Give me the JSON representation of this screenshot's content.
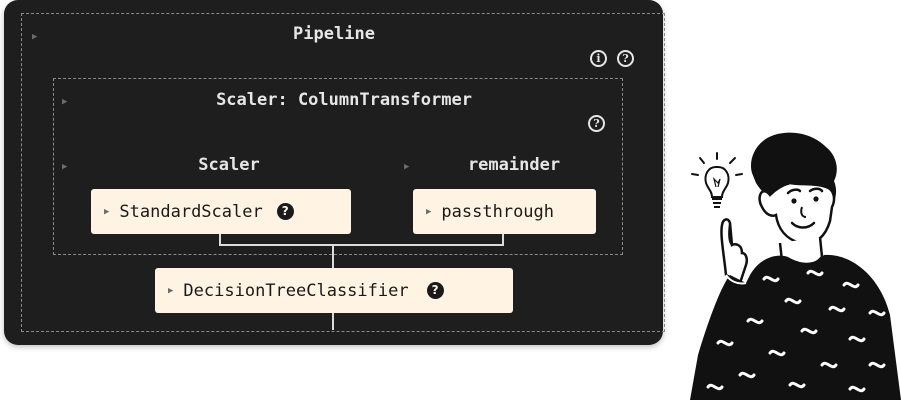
{
  "pipeline": {
    "title": "Pipeline",
    "info_glyph": "i",
    "help_glyph": "?",
    "column_transformer": {
      "title": "Scaler: ColumnTransformer",
      "help_glyph": "?",
      "branches": [
        {
          "title": "Scaler",
          "estimator": "StandardScaler",
          "help_glyph": "?"
        },
        {
          "title": "remainder",
          "estimator": "passthrough"
        }
      ]
    },
    "final_estimator": {
      "label": "DecisionTreeClassifier",
      "help_glyph": "?"
    }
  },
  "colors": {
    "panel_bg": "#1e1e1e",
    "chip_bg": "#fff4e3",
    "text_light": "#e6e6e6",
    "connector": "#dcdcdc"
  },
  "illustration": {
    "subject": "man-with-idea-lightbulb-illustration"
  }
}
